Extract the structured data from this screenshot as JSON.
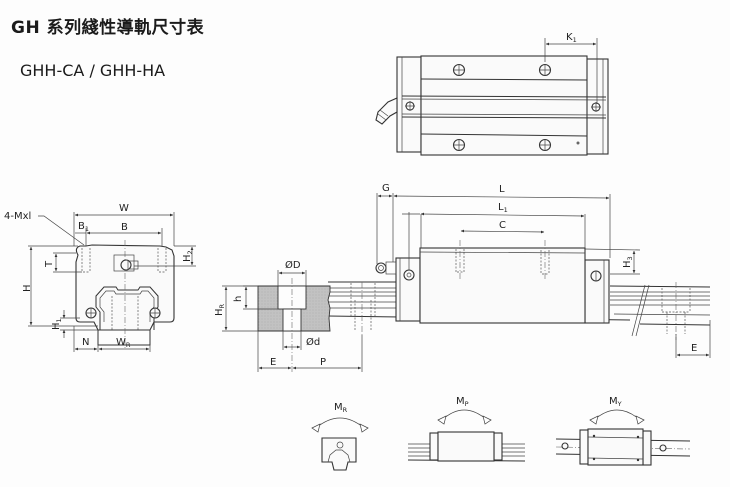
{
  "header": {
    "title": "GH 系列綫性導軌尺寸表",
    "subtitle": "GHH-CA / GHH-HA"
  },
  "front_view": {
    "labels": {
      "tap": "4-Mxl",
      "W": "W",
      "B": "B",
      "B1": "B",
      "B1_sub": "1",
      "T": "T",
      "H": "H",
      "H1": "H",
      "H1_sub": "1",
      "H2": "H",
      "H2_sub": "2",
      "N": "N",
      "WR": "W",
      "WR_sub": "R"
    }
  },
  "top_view": {
    "labels": {
      "K1": "K",
      "K1_sub": "1"
    }
  },
  "side_view": {
    "labels": {
      "G": "G",
      "L": "L",
      "L1": "L",
      "L1_sub": "1",
      "C": "C",
      "H3": "H",
      "H3_sub": "3",
      "E_right": "E"
    }
  },
  "rail_section": {
    "labels": {
      "OD": "ØD",
      "Od": "Ød",
      "h": "h",
      "HR": "H",
      "HR_sub": "R",
      "E": "E",
      "P": "P"
    },
    "fill_color": "#b9b9b9"
  },
  "moments": [
    {
      "label": "M",
      "sub": "R"
    },
    {
      "label": "M",
      "sub": "P"
    },
    {
      "label": "M",
      "sub": "Y"
    }
  ]
}
